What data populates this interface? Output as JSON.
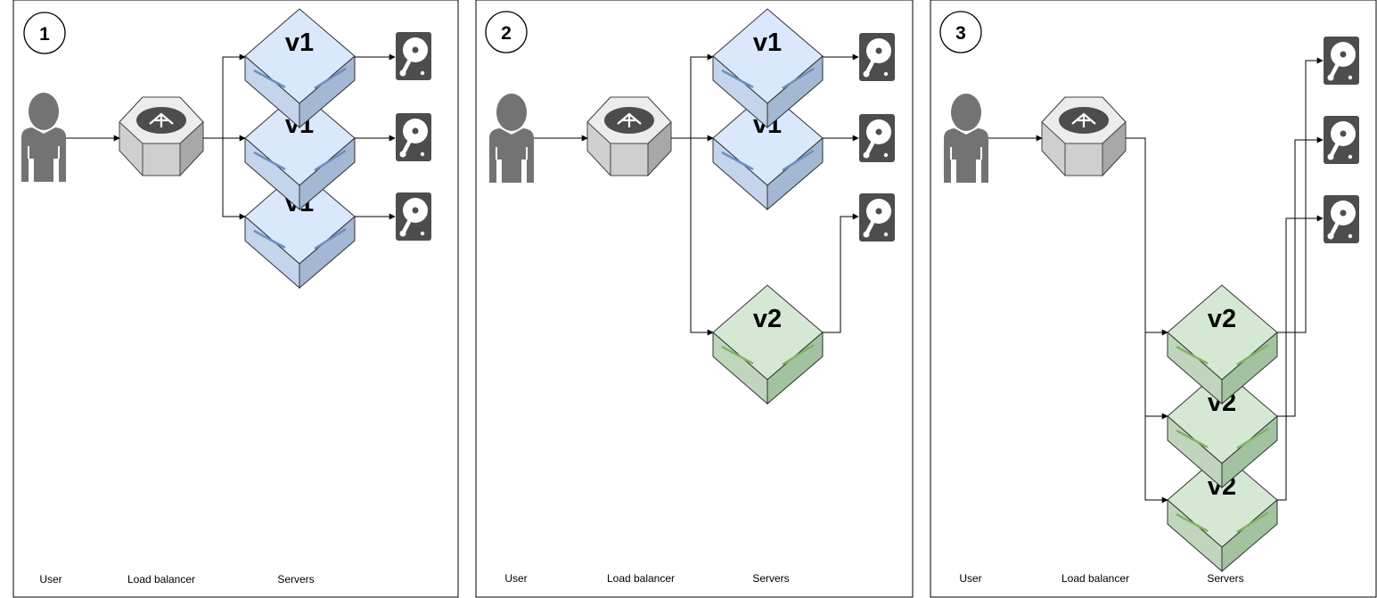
{
  "panels": [
    {
      "number": "1",
      "labels": {
        "user": "User",
        "load_balancer": "Load balancer",
        "servers": "Servers"
      },
      "servers": [
        {
          "version": "v1",
          "kind": "v1"
        },
        {
          "version": "v1",
          "kind": "v1"
        },
        {
          "version": "v1",
          "kind": "v1"
        }
      ],
      "disks": 3
    },
    {
      "number": "2",
      "labels": {
        "user": "User",
        "load_balancer": "Load balancer",
        "servers": "Servers"
      },
      "servers": [
        {
          "version": "v1",
          "kind": "v1"
        },
        {
          "version": "v1",
          "kind": "v1"
        },
        {
          "version": "v2",
          "kind": "v2"
        }
      ],
      "disks": 3
    },
    {
      "number": "3",
      "labels": {
        "user": "User",
        "load_balancer": "Load balancer",
        "servers": "Servers"
      },
      "servers": [
        {
          "version": "v2",
          "kind": "v2"
        },
        {
          "version": "v2",
          "kind": "v2"
        },
        {
          "version": "v2",
          "kind": "v2"
        }
      ],
      "disks": 3
    }
  ],
  "icons": {
    "user": "user-silhouette-icon",
    "load_balancer": "load-balancer-icon",
    "server": "server-block-icon",
    "disk": "hard-disk-icon"
  },
  "colors": {
    "v1_top": "#dae8fc",
    "v1_left": "#c3d4ec",
    "v1_right": "#a4b7d3",
    "v1_stripe": "#6c8ebf",
    "v2_top": "#d5e8d4",
    "v2_left": "#bfd6bd",
    "v2_right": "#a3c2a0",
    "v2_stripe": "#82b366",
    "icon_dark": "#4d4d4d",
    "user_grey": "#737373"
  }
}
